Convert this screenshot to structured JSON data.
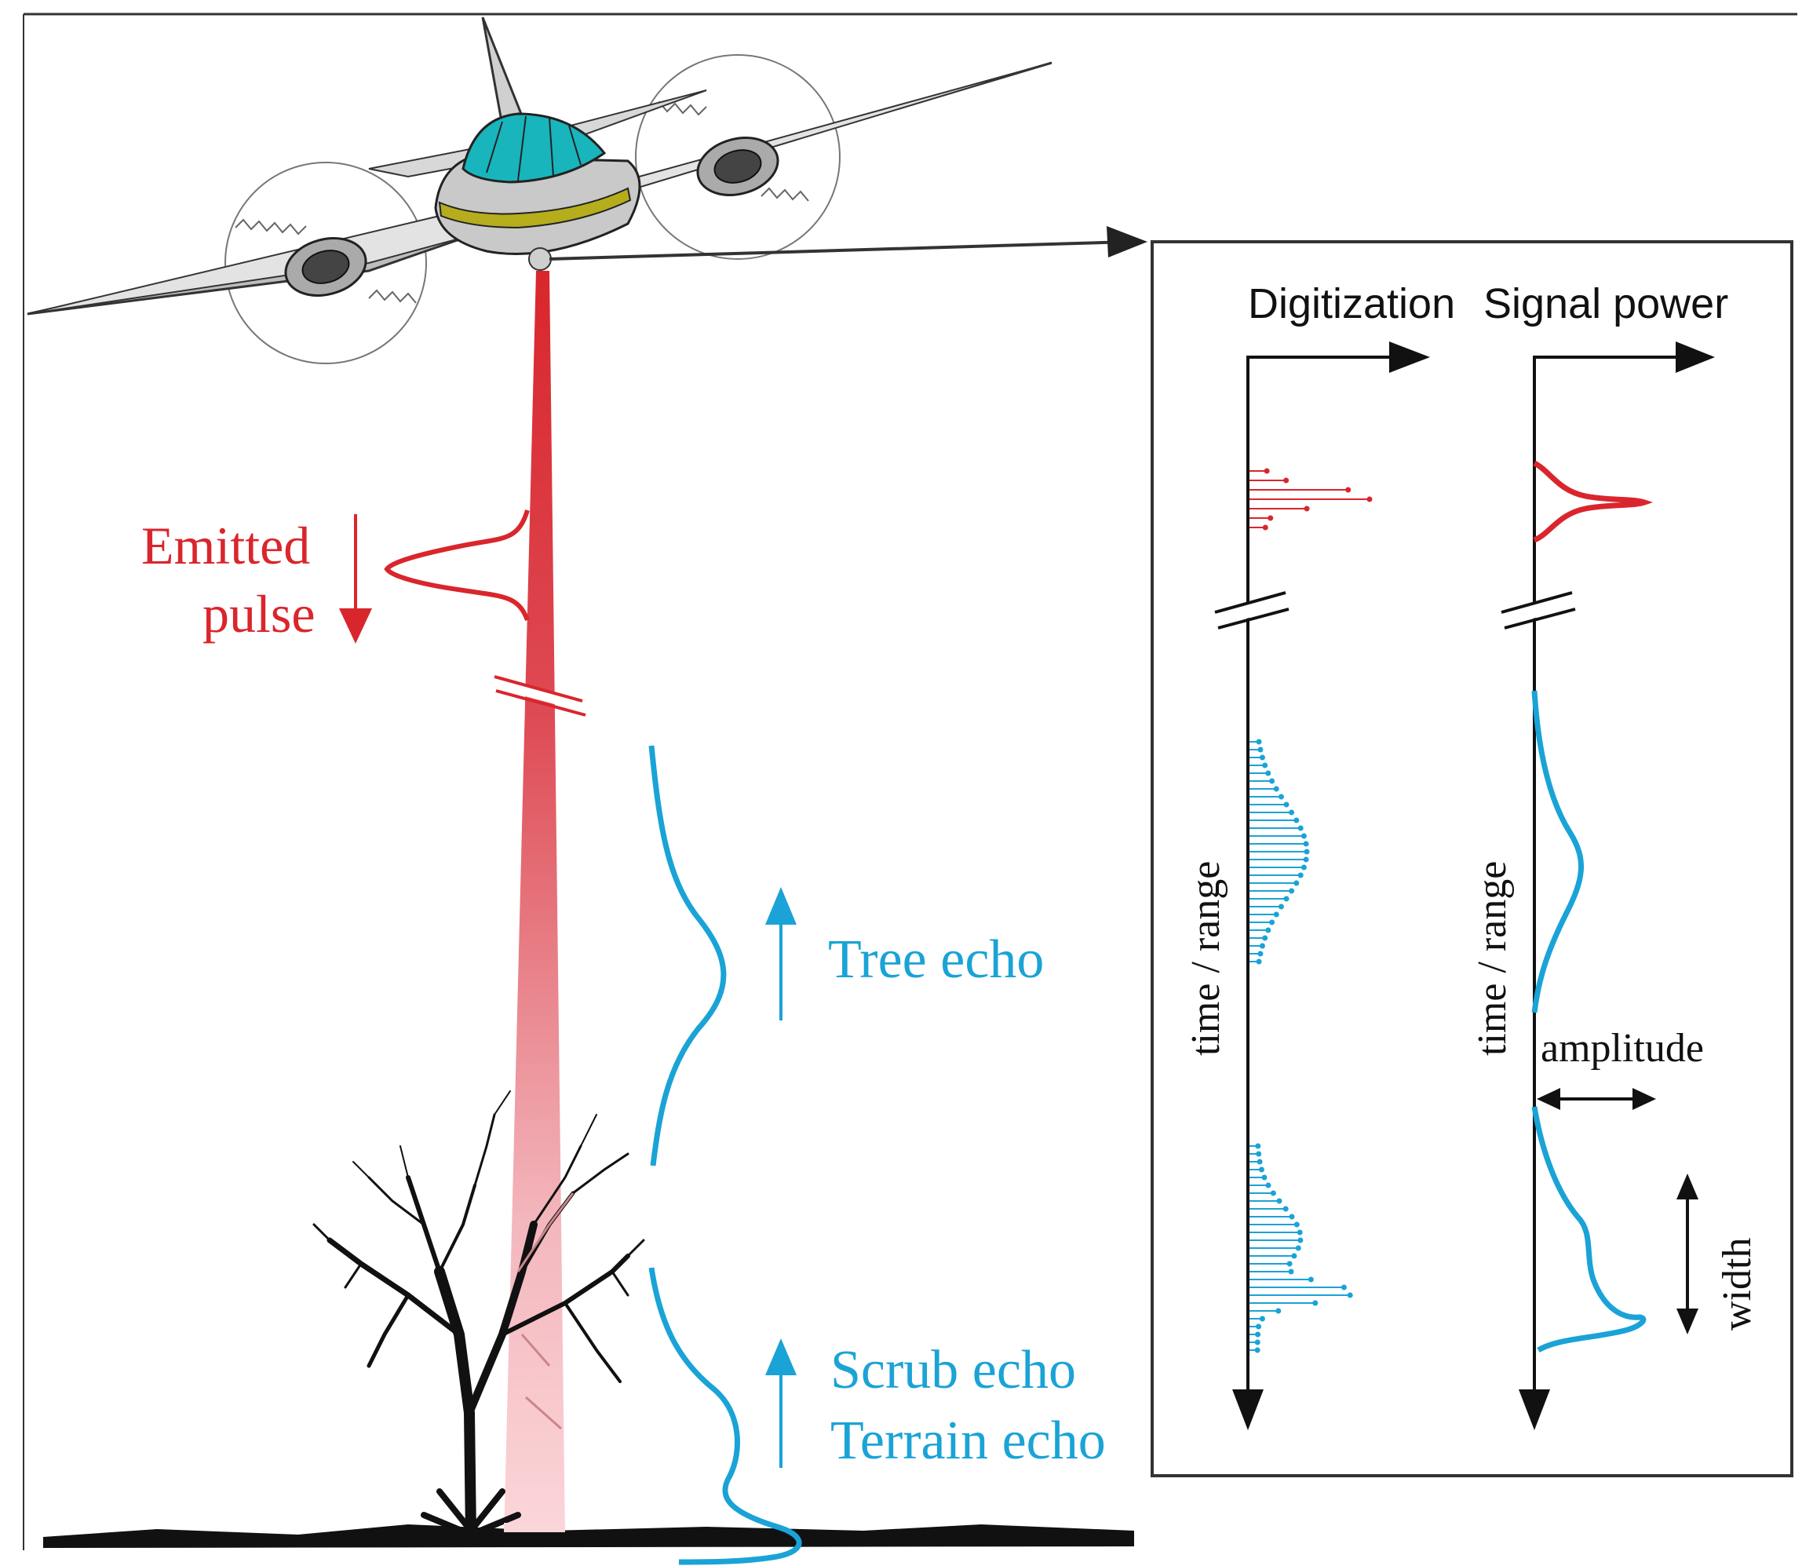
{
  "labels": {
    "emitted_line1": "Emitted",
    "emitted_line2": "pulse",
    "tree_echo": "Tree echo",
    "scrub_echo": "Scrub echo",
    "terrain_echo": "Terrain echo",
    "digitization": "Digitization",
    "signal_power": "Signal power",
    "time_range_left": "time / range",
    "time_range_right": "time / range",
    "amplitude": "amplitude",
    "width": "width"
  },
  "colors": {
    "pulse_red": "#d9262c",
    "echo_blue": "#1aa3d6",
    "axis_black": "#111111",
    "cockpit_teal": "#18b5bd",
    "stripe_olive": "#b5ad1c",
    "plane_gray": "#c8c8c8"
  },
  "icons": {
    "aircraft": "aircraft-icon",
    "tree": "scrub-tree-icon"
  }
}
